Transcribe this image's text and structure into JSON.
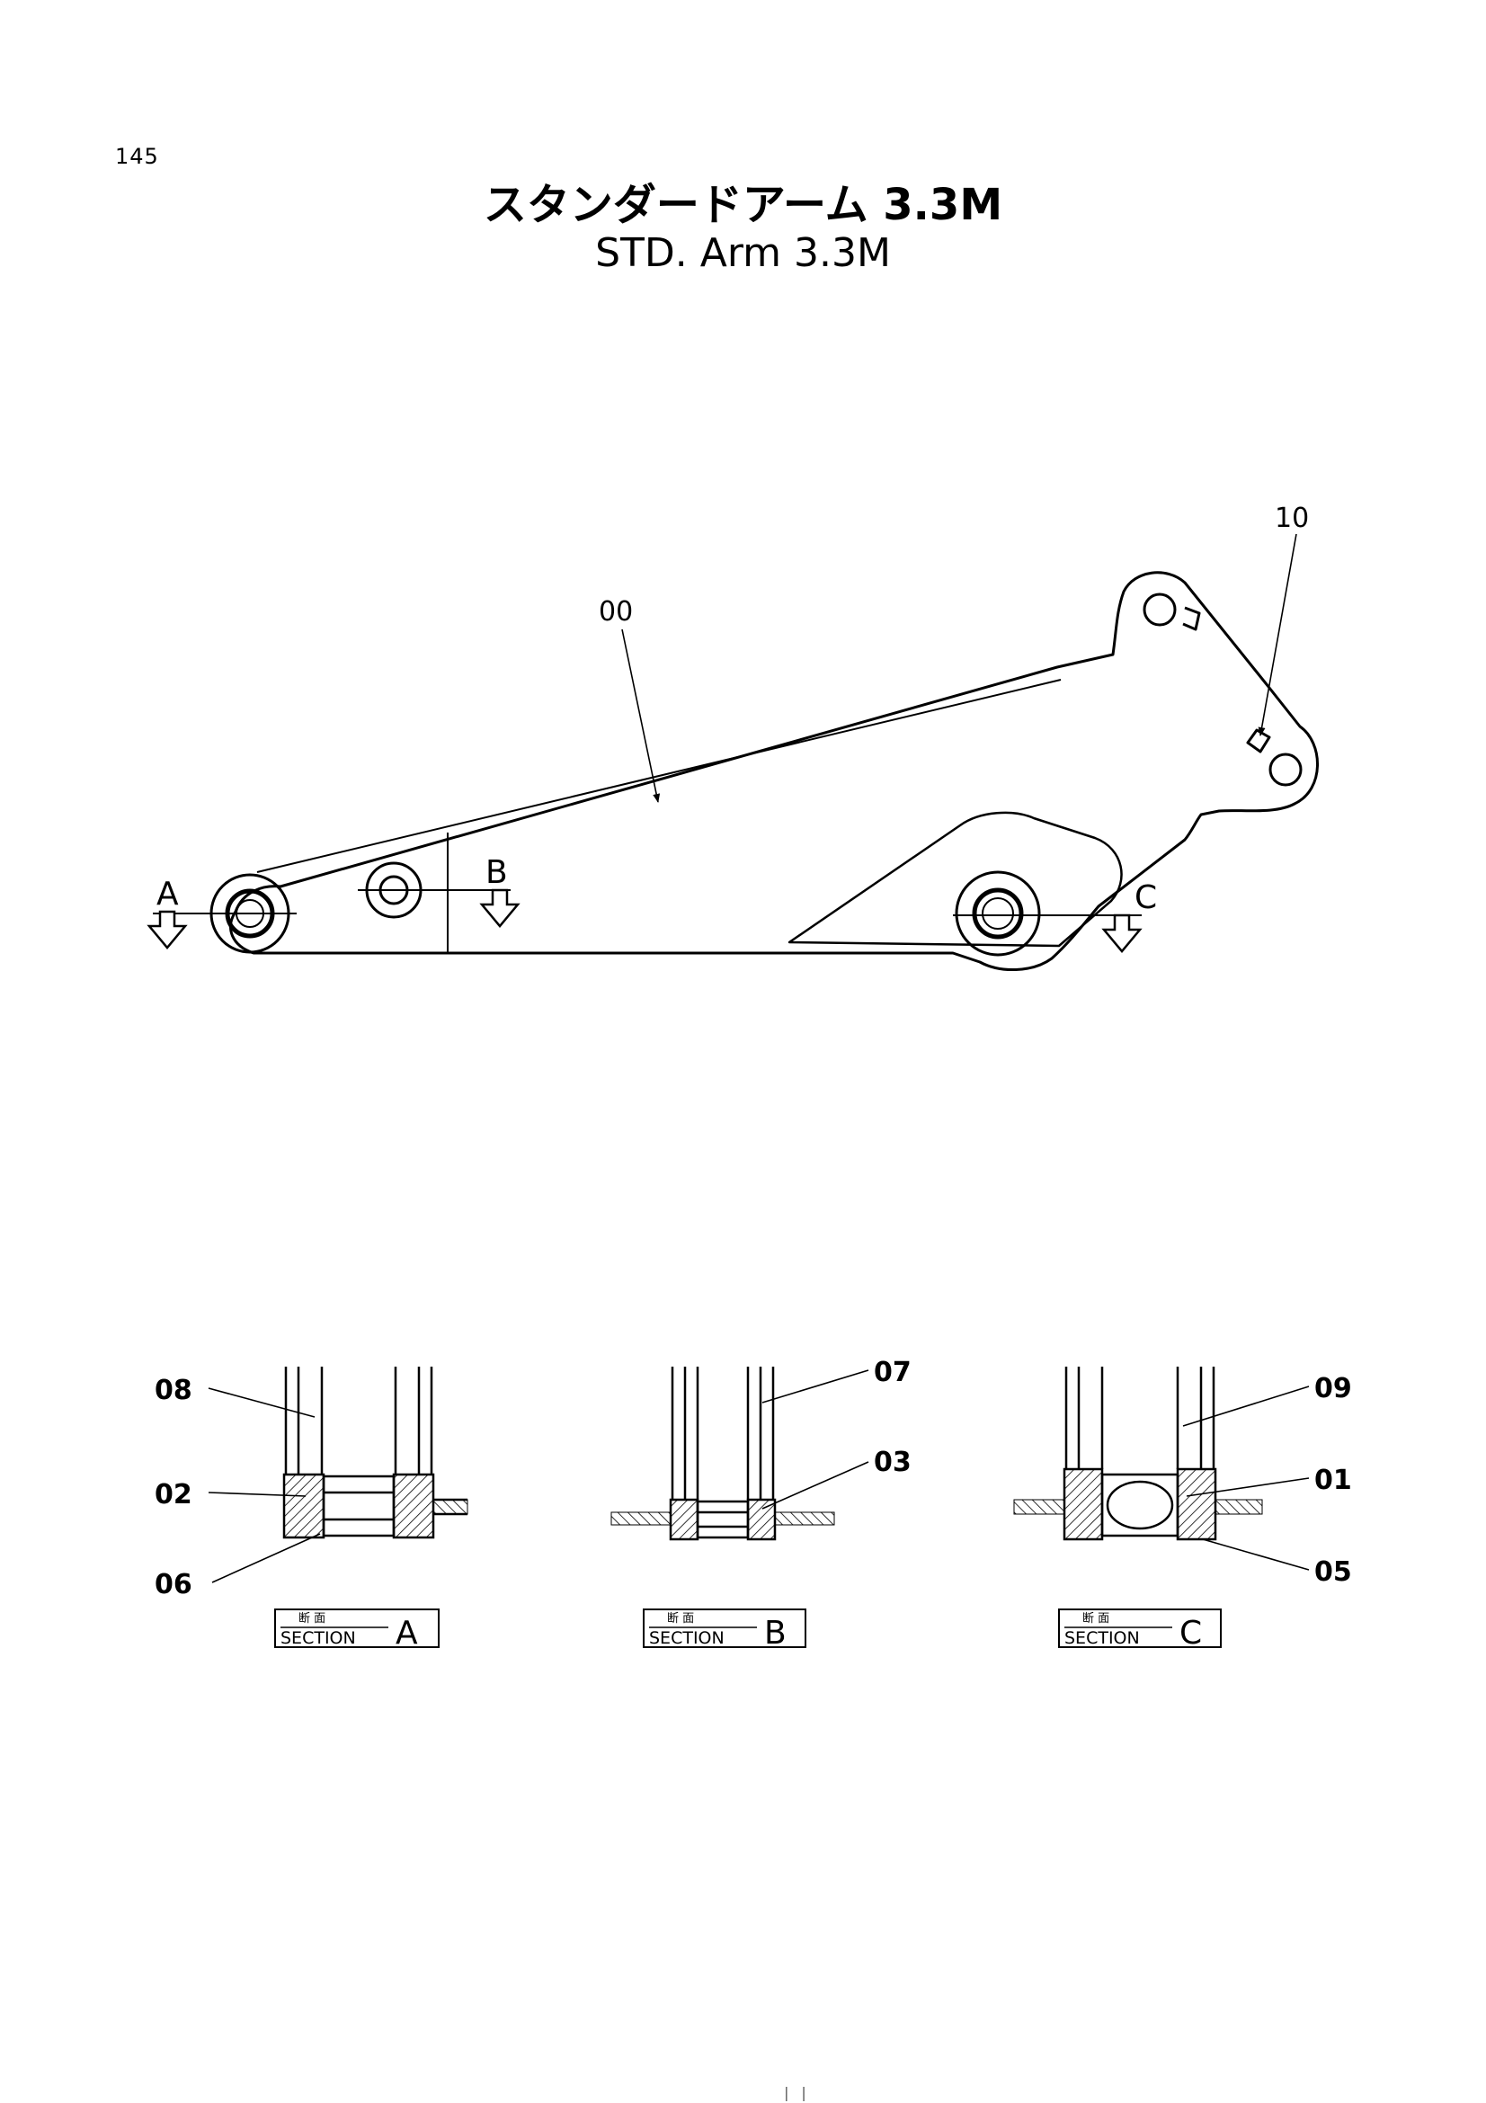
{
  "page": {
    "number": "145",
    "title_jp": "スタンダードアーム 3.3M",
    "title_en": "STD. Arm 3.3M",
    "footer_mark": "| |"
  },
  "callouts": {
    "c00": "00",
    "c10": "10",
    "c08": "08",
    "c02": "02",
    "c06": "06",
    "c07": "07",
    "c03": "03",
    "c09": "09",
    "c01": "01",
    "c05": "05"
  },
  "section_markers": {
    "a": "A",
    "b": "B",
    "c": "C"
  },
  "section_labels": {
    "kanji": "断 面",
    "word": "SECTION",
    "a": "A",
    "b": "B",
    "c": "C"
  }
}
